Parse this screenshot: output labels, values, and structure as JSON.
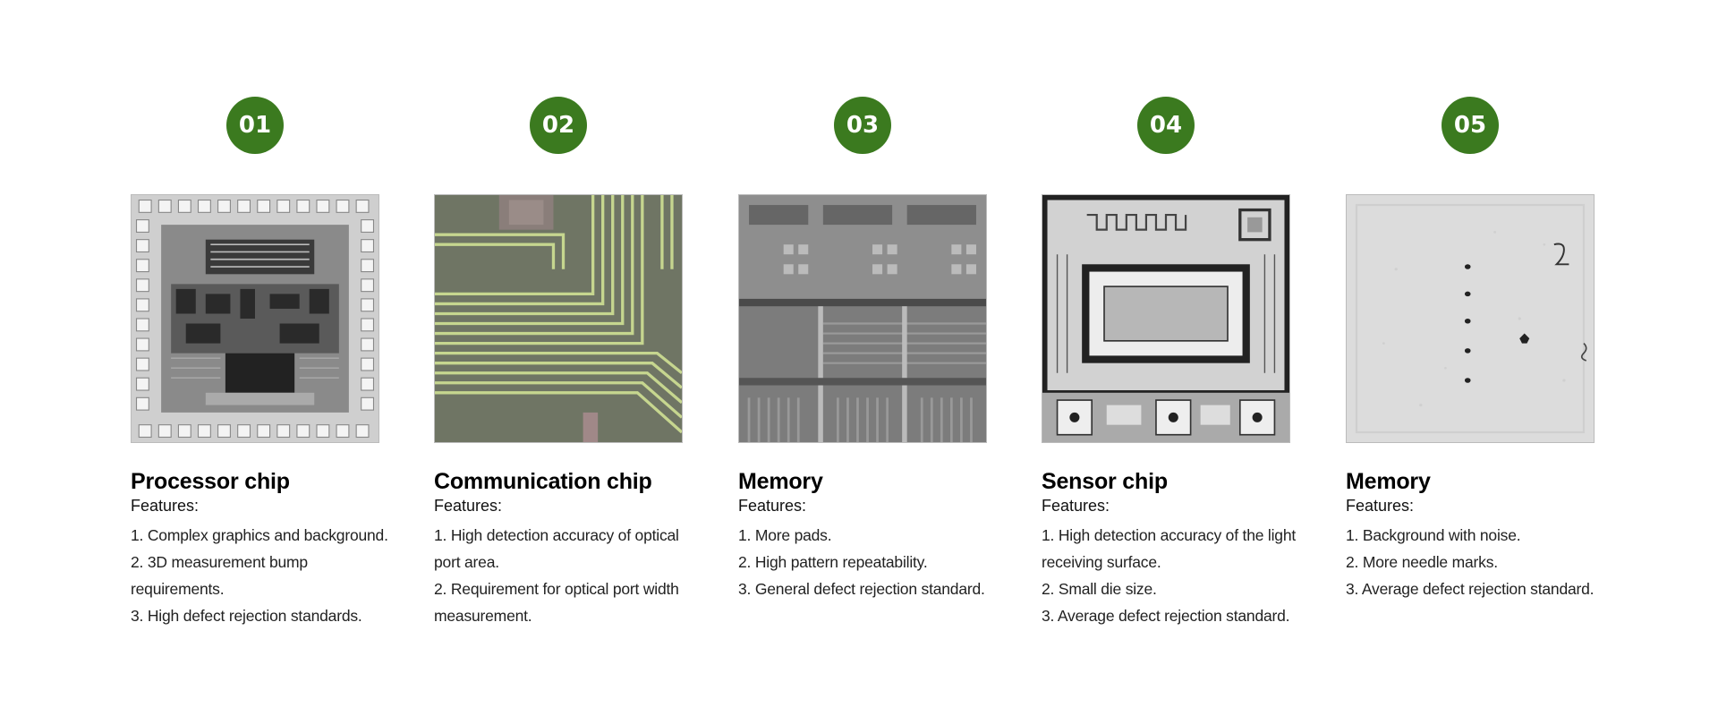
{
  "cards": [
    {
      "number": "01",
      "title": "Processor chip",
      "features_label": "Features:",
      "features": [
        "1. Complex graphics and background.",
        "2. 3D measurement bump requirements.",
        "3. High defect rejection standards."
      ],
      "image_icon": "processor-chip-micrograph"
    },
    {
      "number": "02",
      "title": "Communication chip",
      "features_label": "Features:",
      "features": [
        "1. High detection accuracy of optical port area.",
        "2. Requirement for optical port width measurement."
      ],
      "image_icon": "communication-chip-micrograph"
    },
    {
      "number": "03",
      "title": "Memory",
      "features_label": "Features:",
      "features": [
        "1. More pads.",
        "2. High pattern repeatability.",
        "3. General defect rejection standard."
      ],
      "image_icon": "memory-chip-micrograph"
    },
    {
      "number": "04",
      "title": "Sensor chip",
      "features_label": "Features:",
      "features": [
        "1. High detection accuracy of the light receiving surface.",
        "2. Small die size.",
        "3. Average defect rejection standard."
      ],
      "image_icon": "sensor-chip-micrograph"
    },
    {
      "number": "05",
      "title": "Memory",
      "features_label": "Features:",
      "features": [
        "1. Background with noise.",
        "2. More needle marks.",
        "3. Average defect rejection standard."
      ],
      "image_icon": "memory-noise-micrograph"
    }
  ],
  "colors": {
    "accent": "#3b7a1f"
  }
}
